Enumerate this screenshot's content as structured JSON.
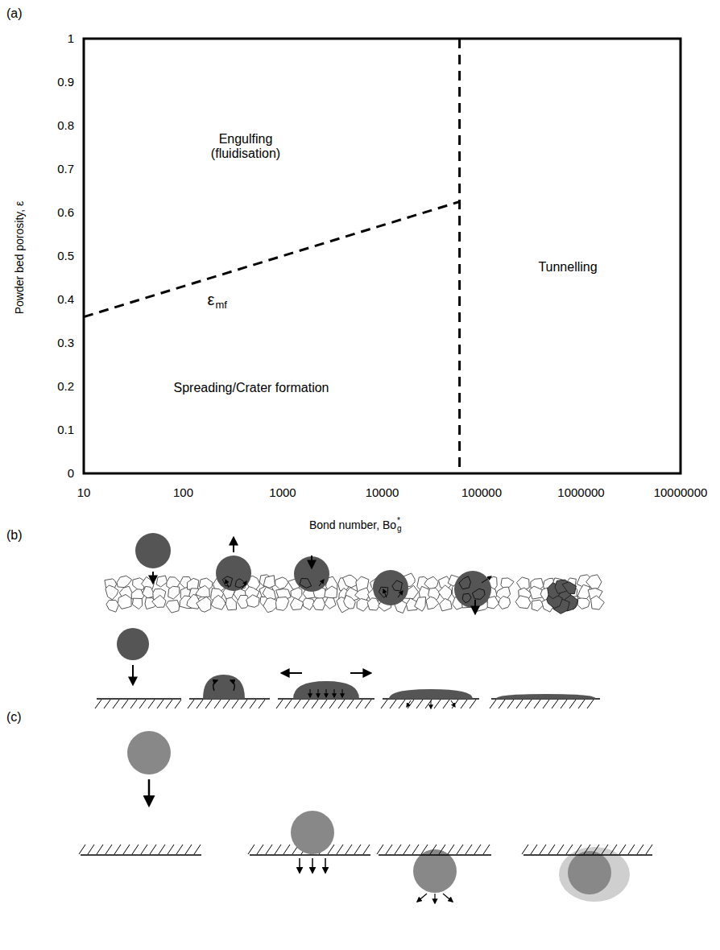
{
  "diagram": {
    "labels": [
      "(a)",
      "1",
      "0.9",
      "0.8",
      "0.7",
      "0.6",
      "0.5",
      "0.4",
      "0.3",
      "0.2",
      "0.1",
      "0",
      "10",
      "100",
      "1000",
      "10000",
      "100000",
      "1000000",
      "10000000",
      "Powder bed porosity, ε",
      "Bond number, Bo",
      "g",
      "*",
      "Engulfing (fluidisation)",
      "ε",
      "mf",
      "Spreading/Crater formation",
      "Tunnelling",
      "(b)",
      "(c)"
    ]
  }
}
